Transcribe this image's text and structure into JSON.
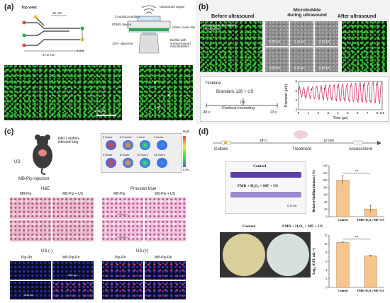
{
  "panel_labels": {
    "a": "(a)",
    "b": "(b)",
    "c": "(c)",
    "d": "(d)"
  },
  "a": {
    "top_view": "Top view:",
    "dim_16": "16 mm",
    "dim_4": "4 mm",
    "dim_375": "37.5 mm",
    "ultrasound_signal": "Ultrasound signal",
    "coupling_medium": "Coupling medium",
    "pdms_device": "PDMS device",
    "glass_cover_slip": "Glass cover-slip",
    "objective": "100× objective",
    "biofilm_label": "Biofilm with surface-bound microbubbles",
    "scale_200": "200 μm",
    "scale_small": "5μm"
  },
  "b": {
    "before": "Before ultrasound",
    "during": "Microbubble during ultrasound",
    "after": "After ultrasound",
    "annotation": "Vancomycin-decorated microbubble",
    "frame_times": [
      "0.07 μs",
      "1.41 μs",
      "2.22 μs",
      "3.30 μs",
      "5.11 μs",
      "5.85 μs"
    ],
    "timeline": "Timeline",
    "brandaris": "Brandaris 128 + US",
    "zero_s": "0 s",
    "confocal": "Confocal recording",
    "t_start": "-38 s",
    "t_end": "23 s",
    "ylabel": "Diameter (μm)",
    "xlabel": "Time (μs)"
  },
  "c": {
    "infected_lung": "PAO1 biofilm-infected lung",
    "us": "US",
    "injection": "MB-Pip injection",
    "high": "High",
    "low": "Low",
    "time_labels": [
      "0 hours",
      "0.5 hours",
      "1 hour",
      "2 hours",
      "4 hours",
      "8 hours",
      "12 hours",
      "24 hours"
    ],
    "he": "H&E",
    "prussian": "Prussian blue",
    "mb_pip": "MB-Pip",
    "mb_pip_us": "MB-Pip + US",
    "us_minus": "US (-)",
    "us_plus": "US (+)",
    "pip_rh": "Pip-Rh",
    "mb_pip_rh": "MB-Pip-Rh",
    "scale_500": "500 μm",
    "scale_200": "200 μm"
  },
  "d": {
    "culture": "Culture",
    "h24": "24 h",
    "treatment": "Treatment",
    "min10": "10 min",
    "assessment": "Assessment",
    "control": "Control",
    "fmb_combo": "FMB + H₂O₂ + MF + US",
    "scale_05": "0.5 cm",
    "control2": "Control",
    "fmb_combo2": "FMB + H₂O₂ + MF + US",
    "sig": "**"
  },
  "chart_data": [
    {
      "type": "line",
      "title": "",
      "xlabel": "Time (μs)",
      "ylabel": "Diameter (μm)",
      "xlim": [
        0,
        8.5
      ],
      "ylim": [
        2,
        8
      ],
      "xticks": [
        0,
        1,
        2,
        3,
        4,
        5,
        6,
        7,
        8,
        8.5
      ],
      "yticks": [
        2,
        4,
        6,
        8
      ],
      "series": [
        {
          "name": "",
          "color": "#d6336c",
          "x": [
            0,
            0.11,
            0.22,
            0.33,
            0.44,
            0.55,
            0.66,
            0.77,
            0.88,
            0.99,
            1.1,
            1.21,
            1.32,
            1.43,
            1.54,
            1.65,
            1.76,
            1.87,
            1.98,
            2.09,
            2.2,
            2.31,
            2.42,
            2.53,
            2.64,
            2.75,
            2.86,
            2.97,
            3.08,
            3.19,
            3.3,
            3.41,
            3.52,
            3.63,
            3.74,
            3.85,
            3.96,
            4.07,
            4.18,
            4.29,
            4.4,
            4.51,
            4.62,
            4.73,
            4.84,
            4.95,
            5.06,
            5.17,
            5.28,
            5.39,
            5.5,
            5.61,
            5.72,
            5.83,
            5.94,
            6.05,
            6.16,
            6.27,
            6.38,
            6.49,
            6.6,
            6.71,
            6.82,
            6.93,
            7.04,
            7.15,
            7.26,
            7.37,
            7.48,
            7.59,
            7.7,
            7.81,
            7.92,
            8.03,
            8.14,
            8.25,
            8.36,
            8.47
          ],
          "y": [
            5.6,
            6.9,
            5.3,
            4.6,
            6.2,
            6.8,
            4.9,
            4.4,
            6.1,
            7.0,
            5.1,
            4.3,
            6.3,
            6.9,
            4.8,
            4.2,
            6.4,
            7.1,
            4.9,
            4.1,
            6.3,
            7.2,
            4.8,
            4.0,
            6.5,
            7.3,
            4.7,
            3.9,
            6.6,
            7.4,
            4.6,
            3.9,
            6.7,
            7.4,
            4.5,
            3.8,
            6.8,
            7.5,
            4.4,
            3.8,
            6.9,
            7.5,
            4.3,
            3.7,
            6.9,
            7.6,
            4.3,
            3.6,
            7.0,
            7.7,
            4.2,
            3.6,
            7.1,
            7.7,
            4.2,
            3.5,
            7.1,
            7.8,
            4.1,
            3.5,
            7.2,
            7.8,
            4.1,
            3.4,
            7.2,
            7.9,
            4.0,
            3.4,
            7.3,
            7.9,
            4.0,
            3.4,
            7.3,
            7.9,
            4.0,
            3.3,
            7.3,
            7.9
          ]
        }
      ]
    },
    {
      "type": "bar",
      "title": "",
      "xlabel": "",
      "ylabel": "Relative biofilm biomass (%)",
      "ylim": [
        0,
        140
      ],
      "yticks": [
        0,
        20,
        40,
        60,
        80,
        100,
        120,
        140
      ],
      "categories": [
        "Control",
        "FMB+H₂O₂+MF+US"
      ],
      "values": [
        100,
        21
      ],
      "errors": [
        12,
        10
      ],
      "color": "#f6c58e"
    },
    {
      "type": "bar",
      "title": "",
      "xlabel": "",
      "ylabel": "Log₁₀ (CFU mL⁻¹)",
      "ylim": [
        0,
        12
      ],
      "yticks": [
        0,
        2,
        4,
        6,
        8,
        10,
        12
      ],
      "categories": [
        "Control",
        "FMB+H₂O₂+MF+US"
      ],
      "values": [
        10.3,
        7.2
      ],
      "errors": [
        0.1,
        0.2
      ],
      "color": "#f6c58e"
    }
  ]
}
